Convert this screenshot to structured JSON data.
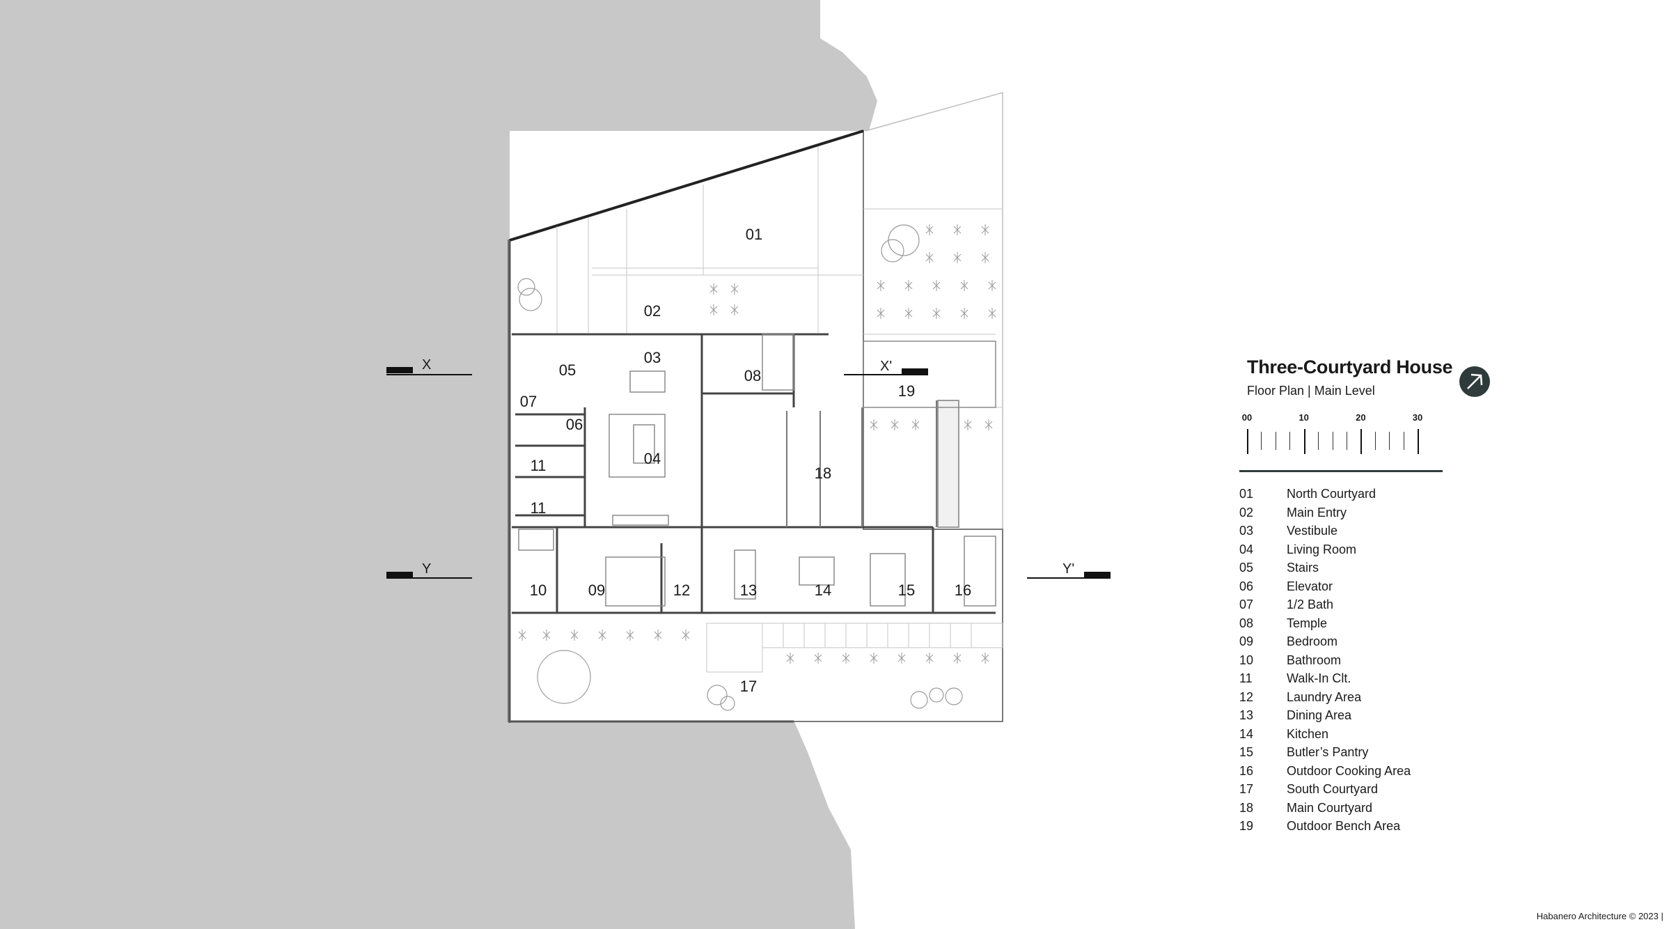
{
  "drawing": {
    "title": "Three-Courtyard House",
    "subtitle": "Floor Plan | Main Level",
    "credit": "Habanero Architecture © 2023 |",
    "north_icon": "north-arrow-icon",
    "colors": {
      "context_gray": "#c8c8c8",
      "north_badge": "#2f3b3b",
      "legend_rule": "#2f3b3b"
    }
  },
  "scale_bar": {
    "labels": [
      "00",
      "10",
      "20",
      "30"
    ],
    "units_per_major": 10,
    "max": 30
  },
  "sections": {
    "x": "X",
    "x_prime": "X'",
    "y": "Y",
    "y_prime": "Y'"
  },
  "rooms": {
    "r01": "01",
    "r02": "02",
    "r03": "03",
    "r04": "04",
    "r05": "05",
    "r06": "06",
    "r07": "07",
    "r08": "08",
    "r09": "09",
    "r10": "10",
    "r11a": "11",
    "r11b": "11",
    "r12": "12",
    "r13": "13",
    "r14": "14",
    "r15": "15",
    "r16": "16",
    "r17": "17",
    "r18": "18",
    "r19": "19"
  },
  "legend": [
    {
      "num": "01",
      "name": "North Courtyard"
    },
    {
      "num": "02",
      "name": "Main Entry"
    },
    {
      "num": "03",
      "name": "Vestibule"
    },
    {
      "num": "04",
      "name": "Living Room"
    },
    {
      "num": "05",
      "name": "Stairs"
    },
    {
      "num": "06",
      "name": "Elevator"
    },
    {
      "num": "07",
      "name": "1/2 Bath"
    },
    {
      "num": "08",
      "name": "Temple"
    },
    {
      "num": "09",
      "name": "Bedroom"
    },
    {
      "num": "10",
      "name": "Bathroom"
    },
    {
      "num": "11",
      "name": "Walk-In Clt."
    },
    {
      "num": "12",
      "name": "Laundry Area"
    },
    {
      "num": "13",
      "name": "Dining Area"
    },
    {
      "num": "14",
      "name": "Kitchen"
    },
    {
      "num": "15",
      "name": "Butler’s Pantry"
    },
    {
      "num": "16",
      "name": "Outdoor Cooking Area"
    },
    {
      "num": "17",
      "name": "South Courtyard"
    },
    {
      "num": "18",
      "name": "Main Courtyard"
    },
    {
      "num": "19",
      "name": "Outdoor Bench Area"
    }
  ]
}
